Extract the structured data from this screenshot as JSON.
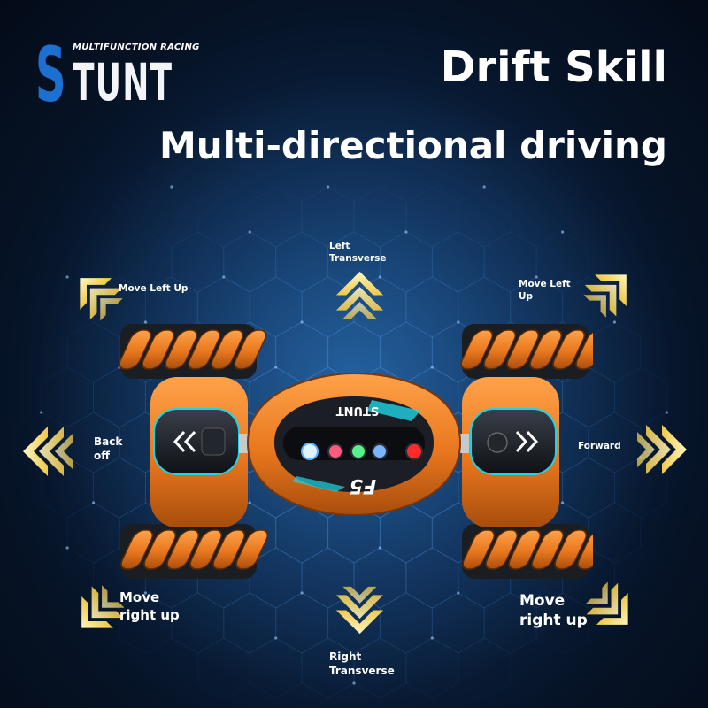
{
  "header": {
    "logo_subtitle": "MULTIFUNCTION RACING",
    "logo_letter": "S",
    "logo_rest": "TUNT",
    "title": "Drift Skill",
    "subtitle": "Multi-directional driving"
  },
  "directions": {
    "move_left_up": "Move Left Up",
    "left_transverse_line1": "Left",
    "left_transverse_line2": "Transverse",
    "move_left_up_right_line1": "Move Left",
    "move_left_up_right_line2": "Up",
    "back_off_line1": "Back",
    "back_off_line2": "off",
    "forward": "Forward",
    "move_right_up_left_line1": "Move",
    "move_right_up_left_line2": "right up",
    "right_transverse_line1": "Right",
    "right_transverse_line2": "Transverse",
    "move_right_up_right_line1": "Move",
    "move_right_up_right_line2": "right up"
  },
  "car": {
    "body_text": "STUNT",
    "model_text": "F5",
    "body_color": "#e8771e",
    "accent_color": "#1fd3e6"
  },
  "colors": {
    "arrow": "#f7e27a",
    "logo_blue": "#1d6fd0"
  }
}
